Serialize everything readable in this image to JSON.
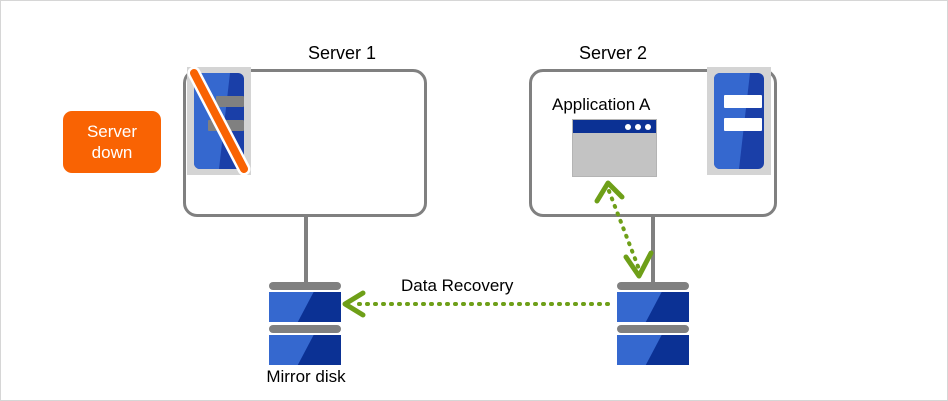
{
  "diagram": {
    "title_hidden": "",
    "status_badge": {
      "name": "server-down-badge",
      "line1": "Server",
      "line2": "down",
      "color": "#F96303",
      "text_color": "#ffffff"
    },
    "servers": [
      {
        "id": "server-1",
        "title": "Server 1",
        "state": "down",
        "icon": "server-icon-disabled",
        "app_label": null
      },
      {
        "id": "server-2",
        "title": "Server 2",
        "state": "active",
        "icon": "server-icon-active",
        "app_label": "Application  A",
        "app_icon": "application-window-icon"
      }
    ],
    "disks": [
      {
        "id": "mirror-disk-left",
        "label": "Mirror disk",
        "icon": "disk-stack-icon"
      },
      {
        "id": "mirror-disk-right",
        "label": "",
        "icon": "disk-stack-icon"
      }
    ],
    "flows": [
      {
        "id": "data-recovery-arrow",
        "label": "Data Recovery",
        "style": "dotted",
        "color": "#6E9F18",
        "direction": "right-to-left"
      },
      {
        "id": "app-disk-sync-arrow",
        "label": "",
        "style": "dotted",
        "color": "#6E9F18",
        "direction": "bidirectional"
      }
    ],
    "colors": {
      "accent_orange": "#F96303",
      "arrow_green": "#6E9F18",
      "box_border_gray": "#808080",
      "server_blue_light": "#3568cf",
      "server_blue_dark": "#0b3194",
      "icon_frame_gray": "#d4d4d4",
      "window_body_gray": "#c3c3c3",
      "canvas_border": "#d6d6d6"
    }
  }
}
